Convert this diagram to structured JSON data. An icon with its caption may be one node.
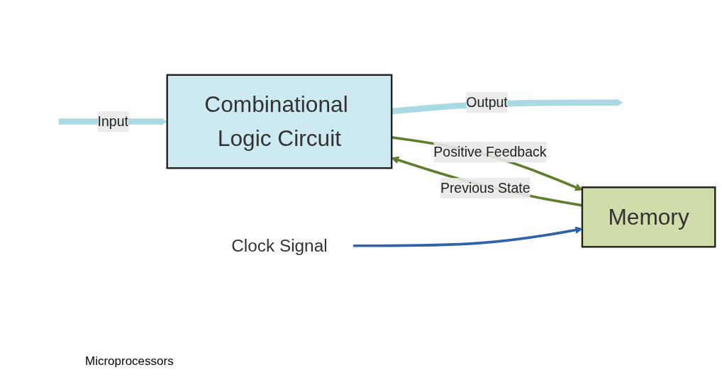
{
  "diagram": {
    "nodes": [
      {
        "text": [
          "Combinational Logic Circuit"
        ]
      },
      {
        "text": [
          "Memory"
        ]
      },
      {
        "text": [
          "Clock Signal"
        ]
      }
    ],
    "edges": [
      {
        "from": null,
        "to": 0,
        "arrow": "to",
        "label": "Input",
        "style": "thick",
        "color": "#a9d9e3"
      },
      {
        "from": 0,
        "to": null,
        "arrow": "to",
        "label": "Output",
        "style": "thick",
        "color": "#a9d9e3"
      },
      {
        "from": 0,
        "to": 1,
        "arrow": "to",
        "label": "Positive Feedback",
        "color": "#5f7f2f"
      },
      {
        "from": 1,
        "to": 0,
        "arrow": "to",
        "label": "Previous State",
        "color": "#5f7f2f"
      },
      {
        "from": 2,
        "to": 1,
        "arrow": "to",
        "color": "#2f62a8"
      }
    ],
    "labels": [
      "Microprocessors"
    ]
  }
}
